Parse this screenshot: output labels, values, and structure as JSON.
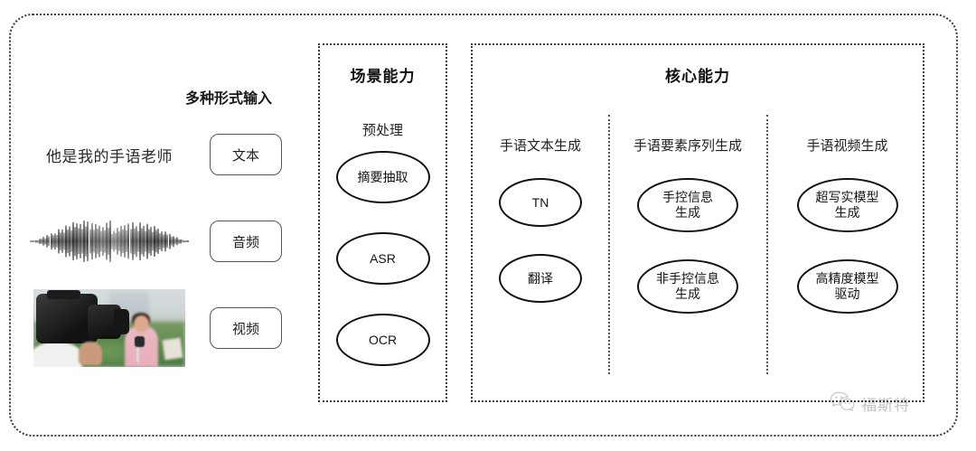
{
  "input_section": {
    "title": "多种形式输入",
    "rows": [
      {
        "sample_text": "他是我的手语老师",
        "sample_kind": "text",
        "button_label": "文本"
      },
      {
        "sample_text": "",
        "sample_kind": "waveform",
        "button_label": "音频"
      },
      {
        "sample_text": "",
        "sample_kind": "photo",
        "button_label": "视频"
      }
    ]
  },
  "scene_panel": {
    "title": "场景能力",
    "subtitle": "预处理",
    "nodes": [
      {
        "label": "摘要抽取"
      },
      {
        "label": "ASR"
      },
      {
        "label": "OCR"
      }
    ]
  },
  "core_panel": {
    "title": "核心能力",
    "columns": [
      {
        "label": "手语文本生成",
        "nodes": [
          {
            "label": "TN"
          },
          {
            "label": "翻译"
          }
        ]
      },
      {
        "label": "手语要素序列生成",
        "nodes": [
          {
            "label": "手控信息\n生成"
          },
          {
            "label": "非手控信息\n生成"
          }
        ]
      },
      {
        "label": "手语视频生成",
        "nodes": [
          {
            "label": "超写实模型\n生成"
          },
          {
            "label": "高精度模型\n驱动"
          }
        ]
      }
    ]
  },
  "watermark": {
    "icon": "wechat-icon",
    "text": "福斯特"
  },
  "colors": {
    "border": "#3a3a3a",
    "node_stroke": "#111111",
    "text": "#1c1c1c",
    "background": "#ffffff"
  }
}
